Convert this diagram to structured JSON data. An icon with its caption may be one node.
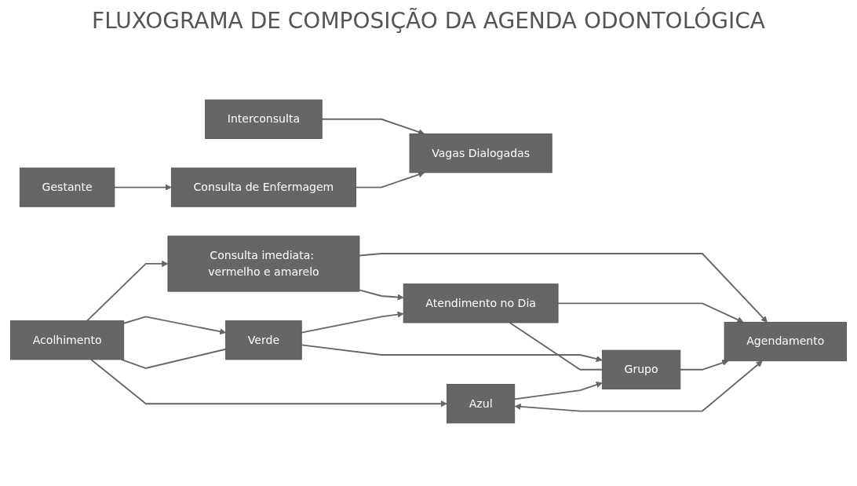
{
  "diagram": {
    "title": "FLUXOGRAMA DE COMPOSIÇÃO DA AGENDA ODONTOLÓGICA",
    "nodes": [
      {
        "text": [
          "Acolhimento"
        ]
      },
      {
        "text": [
          "Consulta imediata: vermelho e amarelo"
        ]
      },
      {
        "text": [
          "Verde"
        ]
      },
      {
        "text": [
          "Atendimento no Dia"
        ]
      },
      {
        "text": [
          "Agendamento"
        ]
      },
      {
        "text": [
          "Grupo"
        ]
      },
      {
        "text": [
          "Azul"
        ]
      },
      {
        "text": [
          "Interconsulta"
        ]
      },
      {
        "text": [
          "Gestante"
        ]
      },
      {
        "text": [
          "Consulta de Enfermagem"
        ]
      },
      {
        "text": [
          "Vagas Dialogadas"
        ]
      }
    ],
    "edges": [
      {
        "from": 0,
        "to": 1,
        "arrow": "to"
      },
      {
        "from": 0,
        "to": 2,
        "arrow": "to"
      },
      {
        "from": 0,
        "to": 2,
        "arrow": "none"
      },
      {
        "from": 0,
        "to": 6,
        "arrow": "to"
      },
      {
        "from": 1,
        "to": 3,
        "arrow": "to"
      },
      {
        "from": 1,
        "to": 4,
        "arrow": "to"
      },
      {
        "from": 2,
        "to": 3,
        "arrow": "to"
      },
      {
        "from": 2,
        "to": 5,
        "arrow": "to"
      },
      {
        "from": 3,
        "to": 5,
        "arrow": "none"
      },
      {
        "from": 3,
        "to": 4,
        "arrow": "to"
      },
      {
        "from": 5,
        "to": 4,
        "arrow": "to"
      },
      {
        "from": 6,
        "to": 5,
        "arrow": "to"
      },
      {
        "from": 6,
        "to": 4,
        "arrow": "both"
      },
      {
        "from": 7,
        "to": 10,
        "arrow": "to"
      },
      {
        "from": 8,
        "to": 9,
        "arrow": "to"
      },
      {
        "from": 9,
        "to": 10,
        "arrow": "to"
      }
    ]
  }
}
